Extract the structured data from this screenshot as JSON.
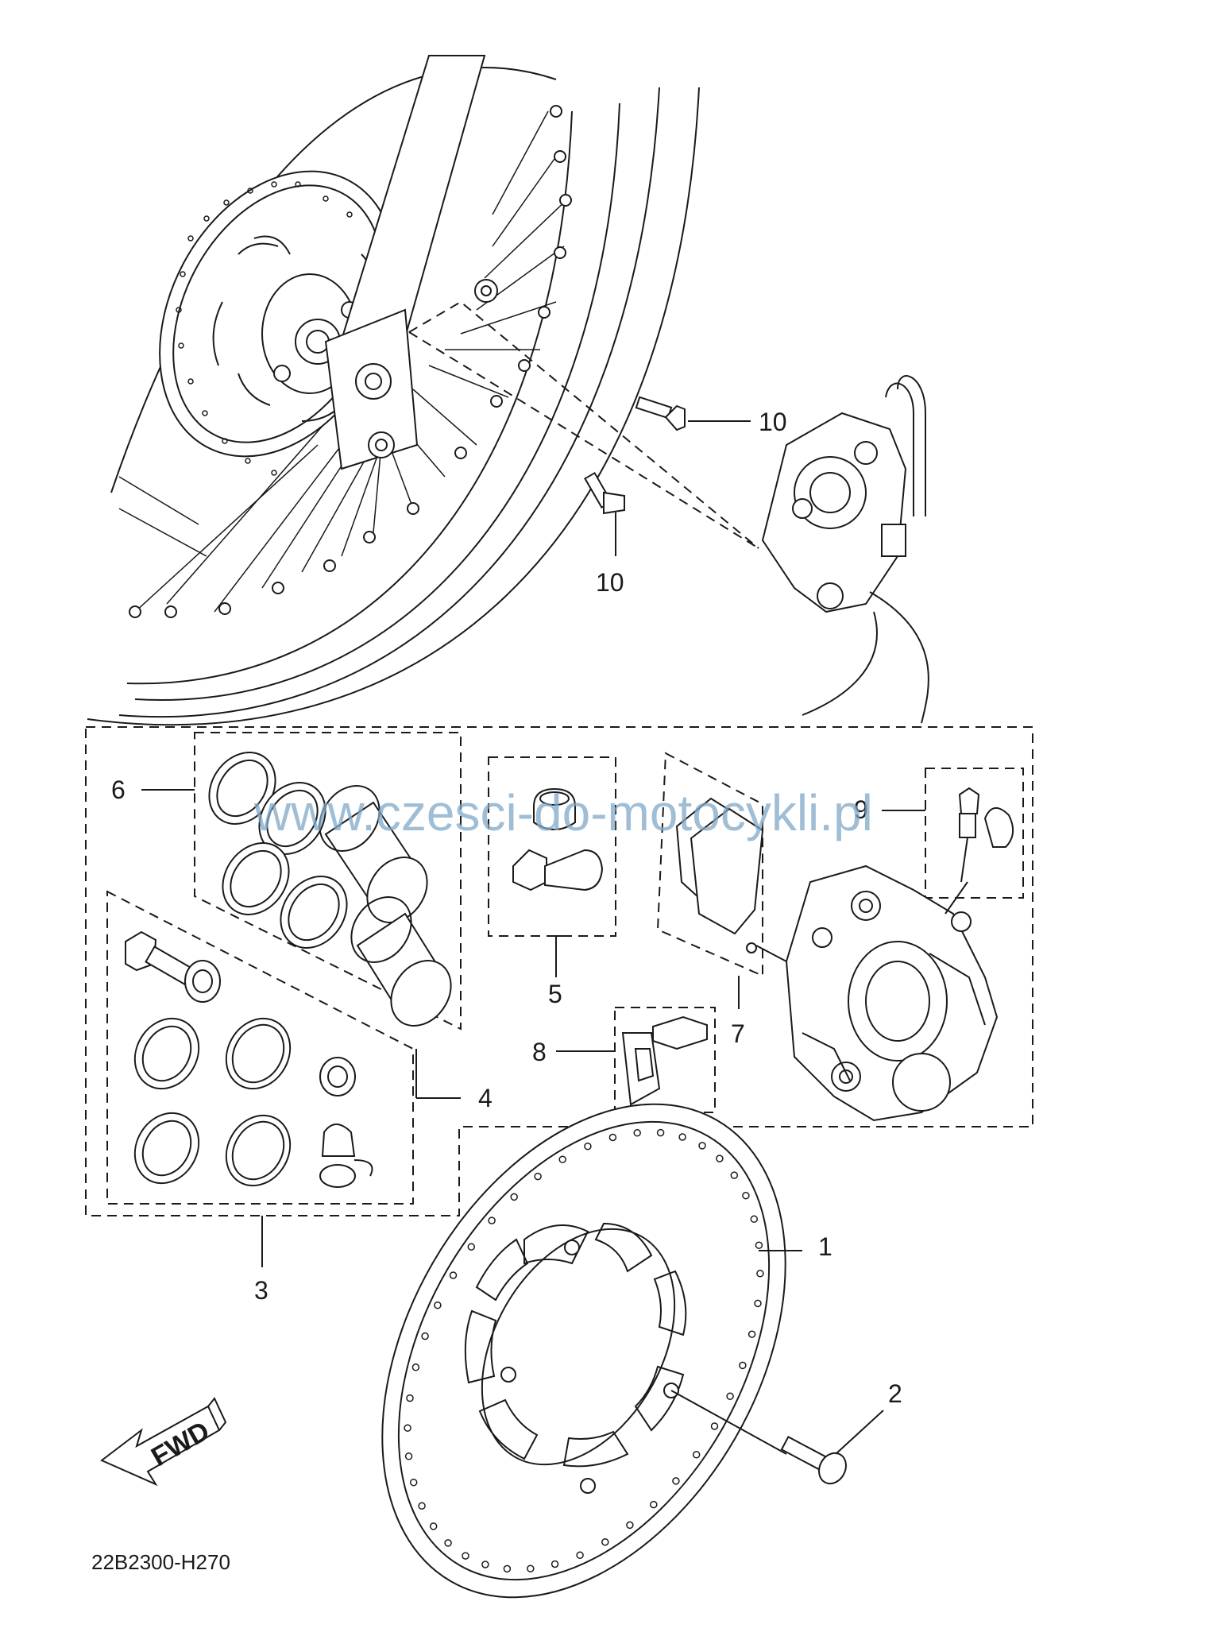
{
  "diagram": {
    "watermark": "www.czesci-do-motocykli.pl",
    "figure_code": "22B2300-H270",
    "direction_label": "FWD",
    "callouts": [
      "1",
      "2",
      "3",
      "4",
      "5",
      "6",
      "7",
      "8",
      "9",
      "10",
      "10"
    ]
  }
}
